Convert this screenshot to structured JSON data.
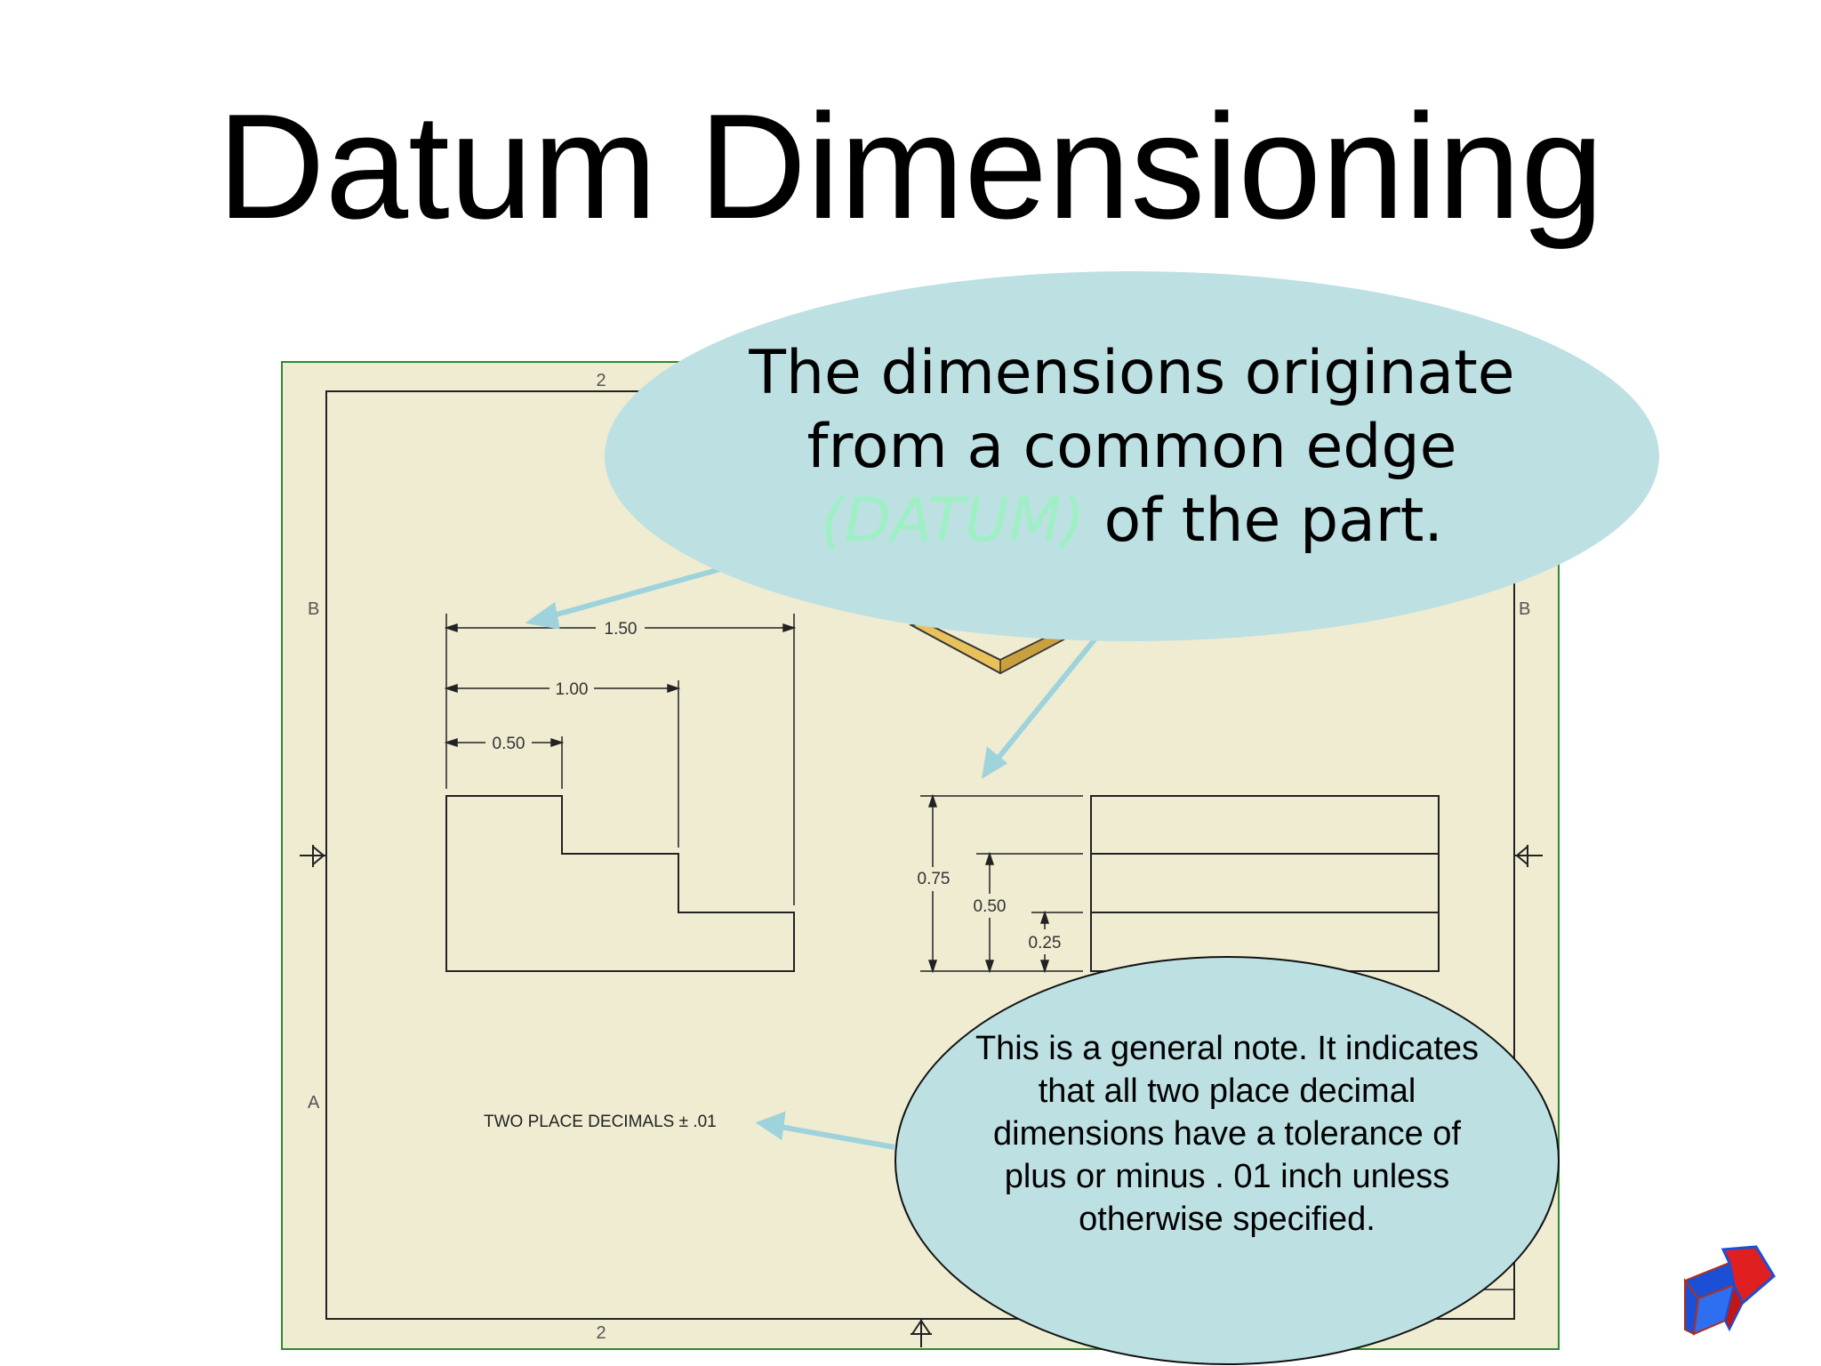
{
  "slide": {
    "title": "Datum Dimensioning"
  },
  "callout_top": {
    "line1": "The dimensions originate",
    "line2": "from a common edge",
    "datum_word": "(DATUM)",
    "line3_rest": " of the part."
  },
  "callout_bottom": {
    "text": "This is a general note. It indicates that all two place decimal dimensions have a tolerance of plus or minus . 01 inch unless otherwise specified."
  },
  "drawing": {
    "zone_top": "2",
    "zone_bottom": "2",
    "zone_left_b": "B",
    "zone_right_b": "B",
    "zone_left_a": "A",
    "front_view_dims": [
      "1.50",
      "1.00",
      "0.50"
    ],
    "side_view_dims": [
      "0.75",
      "0.50",
      "0.25"
    ],
    "general_note": "TWO PLACE DECIMALS ± .01"
  },
  "colors": {
    "sheet_background": "#efecd2",
    "callout_fill": "#bde0e3",
    "datum_highlight": "#9ef0c4",
    "leader_arrow": "#9fd3dc"
  }
}
